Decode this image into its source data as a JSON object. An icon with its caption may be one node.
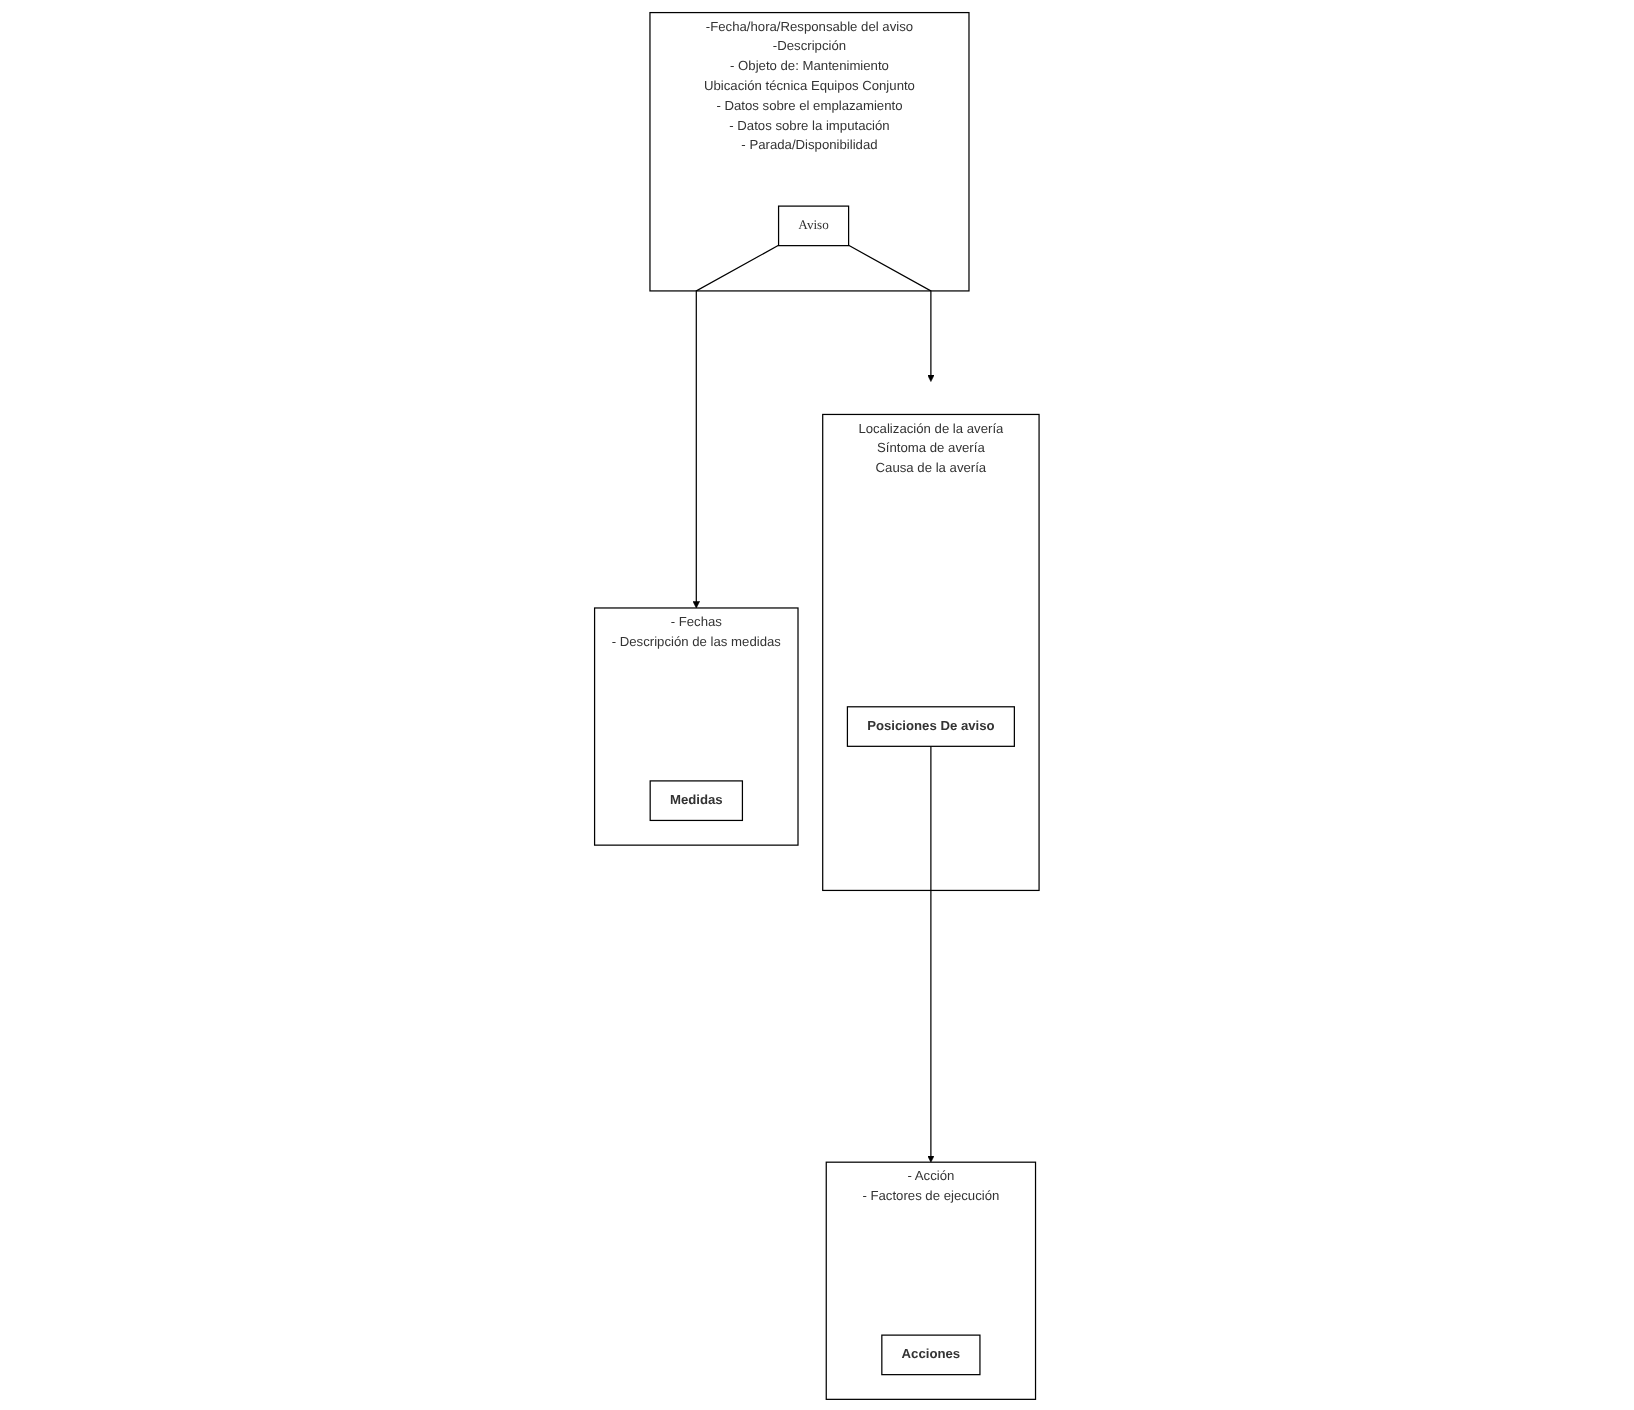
{
  "diagram": {
    "nodes": [
      {
        "text": [
          "-Fecha/hora/Responsable del aviso",
          "-Descripción",
          "- Objeto de: Mantenimiento",
          "Ubicación técnica Equipos Conjunto",
          "- Datos sobre el emplazamiento",
          "- Datos sobre la imputación",
          "- Parada/Disponibilidad"
        ]
      },
      {
        "text": [
          "Aviso"
        ],
        "in": 0
      },
      {
        "text": [
          "Localización de la avería",
          "Síntoma de avería",
          "Causa de la avería"
        ]
      },
      {
        "text": [
          "Posiciones De aviso"
        ],
        "in": 2
      },
      {
        "text": [
          "- Acción",
          "- Factores de ejecución"
        ]
      },
      {
        "text": [
          "Acciones"
        ],
        "in": 4
      },
      {
        "text": [
          "- Fechas",
          "- Descripción de las medidas"
        ]
      },
      {
        "text": [
          "Medidas"
        ],
        "in": 6
      }
    ],
    "edges": [
      {
        "from": 1,
        "to": 2,
        "arrow": "to"
      },
      {
        "from": 3,
        "to": 4,
        "arrow": "to"
      },
      {
        "from": 1,
        "to": 6,
        "arrow": "to"
      }
    ]
  }
}
